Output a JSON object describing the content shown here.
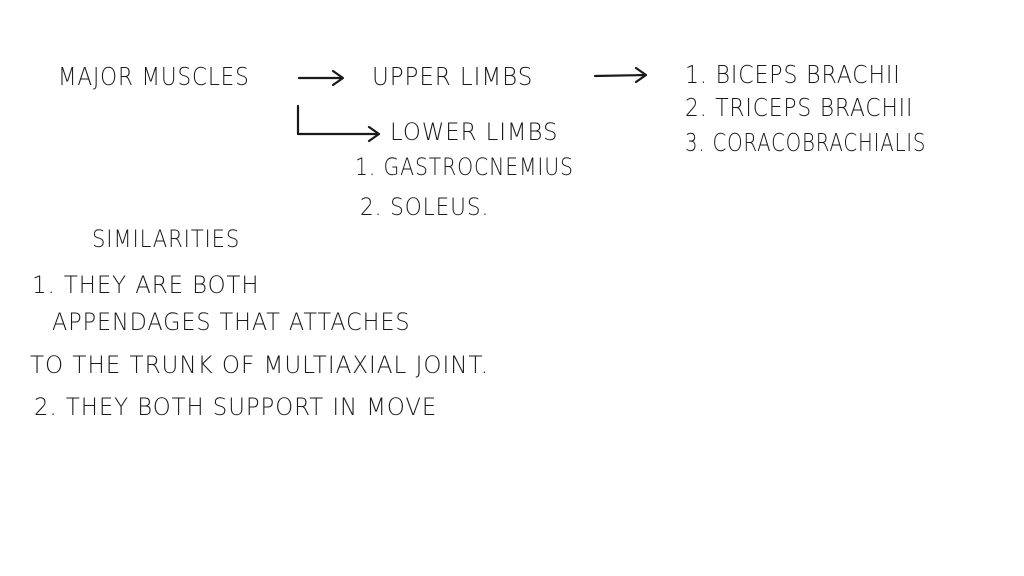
{
  "root": {
    "label": "MAJOR MUSCLES"
  },
  "upper": {
    "label": "UPPER LIMBS",
    "items": [
      "1. BICEPS BRACHII",
      "2. TRICEPS BRACHII",
      "3. CORACOBRACHIALIS"
    ]
  },
  "lower": {
    "label": "LOWER LIMBS",
    "items": [
      "1. GASTROCNEMIUS",
      "2. SOLEUS."
    ]
  },
  "similarities": {
    "heading": "SIMILARITIES",
    "lines": [
      "1. THEY ARE BOTH",
      "APPENDAGES THAT ATTACHES",
      "TO THE TRUNK OF MULTIAXIAL JOINT.",
      "2. THEY BOTH SUPPORT IN MOVE"
    ]
  },
  "ink_color": "#1a1a1a",
  "background_color": "#ffffff"
}
